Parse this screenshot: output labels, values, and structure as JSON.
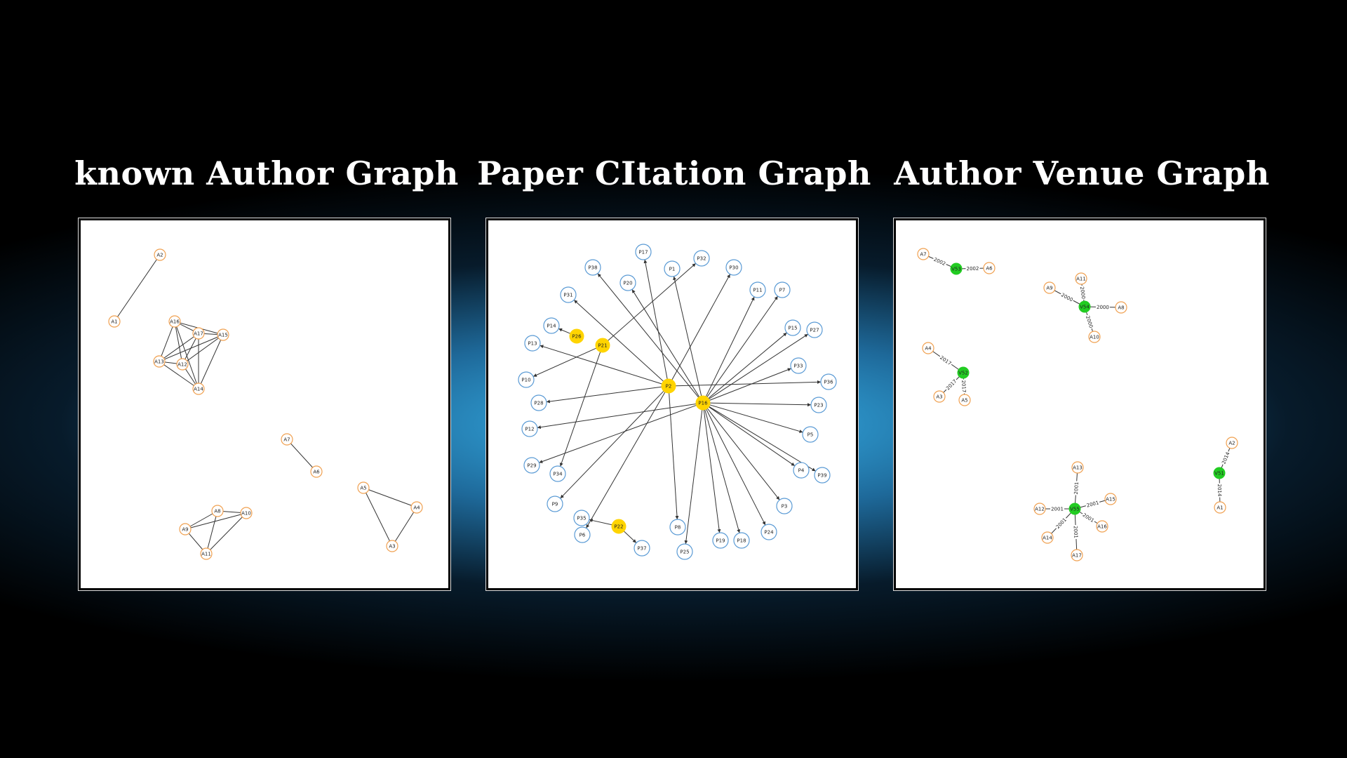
{
  "titles": {
    "author_graph": "known Author Graph",
    "citation_graph": "Paper CItation Graph",
    "venue_graph": "Author Venue Graph"
  },
  "colors": {
    "author_node_stroke": "#f0a050",
    "paper_node_stroke": "#5b9bd5",
    "highlight_paper_fill": "#ffd400",
    "venue_fill": "#22cc22",
    "edge": "#333333"
  },
  "author_graph": {
    "nodes": [
      "A1",
      "A2",
      "A3",
      "A4",
      "A5",
      "A6",
      "A7",
      "A8",
      "A9",
      "A10",
      "A11",
      "A12",
      "A13",
      "A14",
      "A15",
      "A16",
      "A17"
    ],
    "edges": [
      [
        "A1",
        "A2"
      ],
      [
        "A16",
        "A17"
      ],
      [
        "A16",
        "A15"
      ],
      [
        "A16",
        "A13"
      ],
      [
        "A16",
        "A12"
      ],
      [
        "A16",
        "A14"
      ],
      [
        "A17",
        "A15"
      ],
      [
        "A17",
        "A13"
      ],
      [
        "A17",
        "A12"
      ],
      [
        "A17",
        "A14"
      ],
      [
        "A15",
        "A13"
      ],
      [
        "A15",
        "A12"
      ],
      [
        "A15",
        "A14"
      ],
      [
        "A13",
        "A12"
      ],
      [
        "A13",
        "A14"
      ],
      [
        "A12",
        "A14"
      ],
      [
        "A7",
        "A6"
      ],
      [
        "A5",
        "A4"
      ],
      [
        "A5",
        "A3"
      ],
      [
        "A4",
        "A3"
      ],
      [
        "A8",
        "A10"
      ],
      [
        "A8",
        "A9"
      ],
      [
        "A8",
        "A11"
      ],
      [
        "A9",
        "A10"
      ],
      [
        "A9",
        "A11"
      ],
      [
        "A10",
        "A11"
      ]
    ]
  },
  "citation_graph": {
    "nodes": [
      "P1",
      "P2",
      "P3",
      "P4",
      "P5",
      "P6",
      "P7",
      "P8",
      "P9",
      "P10",
      "P11",
      "P12",
      "P13",
      "P14",
      "P15",
      "P16",
      "P17",
      "P18",
      "P19",
      "P20",
      "P21",
      "P22",
      "P23",
      "P24",
      "P25",
      "P26",
      "P27",
      "P28",
      "P29",
      "P30",
      "P31",
      "P32",
      "P33",
      "P34",
      "P35",
      "P36",
      "P37",
      "P38",
      "P39"
    ],
    "highlighted": [
      "P2",
      "P16",
      "P21",
      "P22",
      "P26"
    ],
    "edges": [
      [
        "P26",
        "P14"
      ],
      [
        "P21",
        "P10"
      ],
      [
        "P21",
        "P32"
      ],
      [
        "P21",
        "P34"
      ],
      [
        "P22",
        "P35"
      ],
      [
        "P22",
        "P37"
      ],
      [
        "P2",
        "P17"
      ],
      [
        "P2",
        "P30"
      ],
      [
        "P2",
        "P31"
      ],
      [
        "P2",
        "P13"
      ],
      [
        "P2",
        "P28"
      ],
      [
        "P2",
        "P9"
      ],
      [
        "P2",
        "P6"
      ],
      [
        "P2",
        "P8"
      ],
      [
        "P2",
        "P36"
      ],
      [
        "P16",
        "P20"
      ],
      [
        "P16",
        "P1"
      ],
      [
        "P16",
        "P11"
      ],
      [
        "P16",
        "P7"
      ],
      [
        "P16",
        "P15"
      ],
      [
        "P16",
        "P27"
      ],
      [
        "P16",
        "P33"
      ],
      [
        "P16",
        "P23"
      ],
      [
        "P16",
        "P5"
      ],
      [
        "P16",
        "P4"
      ],
      [
        "P16",
        "P39"
      ],
      [
        "P16",
        "P3"
      ],
      [
        "P16",
        "P24"
      ],
      [
        "P16",
        "P18"
      ],
      [
        "P16",
        "P19"
      ],
      [
        "P16",
        "P25"
      ],
      [
        "P16",
        "P12"
      ],
      [
        "P16",
        "P29"
      ],
      [
        "P16",
        "P38"
      ]
    ]
  },
  "venue_graph": {
    "venues": [
      "V51",
      "V52",
      "V53",
      "V54",
      "V55"
    ],
    "authors": [
      "A1",
      "A2",
      "A3",
      "A4",
      "A5",
      "A6",
      "A7",
      "A8",
      "A9",
      "A10",
      "A11",
      "A12",
      "A13",
      "A14",
      "A15",
      "A16",
      "A17"
    ],
    "edges": [
      {
        "from": "A7",
        "to": "V53",
        "year": "2002"
      },
      {
        "from": "V53",
        "to": "A6",
        "year": "2002"
      },
      {
        "from": "V54",
        "to": "A11",
        "year": "2000"
      },
      {
        "from": "V54",
        "to": "A9",
        "year": "2000"
      },
      {
        "from": "V54",
        "to": "A8",
        "year": "2000"
      },
      {
        "from": "V54",
        "to": "A10",
        "year": "2000"
      },
      {
        "from": "V52",
        "to": "A4",
        "year": "2017"
      },
      {
        "from": "V52",
        "to": "A3",
        "year": "2017"
      },
      {
        "from": "V52",
        "to": "A5",
        "year": "2017"
      },
      {
        "from": "V51",
        "to": "A2",
        "year": "2014"
      },
      {
        "from": "V51",
        "to": "A1",
        "year": "2014"
      },
      {
        "from": "V55",
        "to": "A13",
        "year": "2001"
      },
      {
        "from": "V55",
        "to": "A12",
        "year": "2001"
      },
      {
        "from": "V55",
        "to": "A15",
        "year": "2001"
      },
      {
        "from": "V55",
        "to": "A14",
        "year": "2001"
      },
      {
        "from": "V55",
        "to": "A16",
        "year": "2001"
      },
      {
        "from": "V55",
        "to": "A17",
        "year": "2001"
      }
    ]
  }
}
